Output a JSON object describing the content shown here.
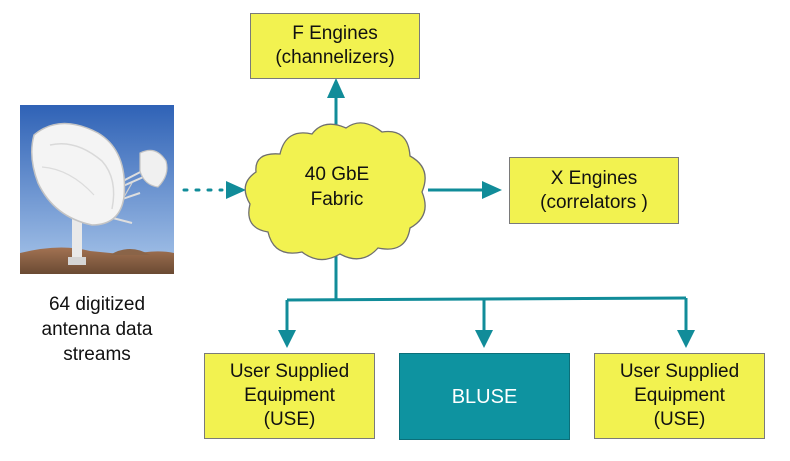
{
  "nodes": {
    "f_engines": "F Engines\n(channelizers)",
    "x_engines": "X Engines\n(correlators )",
    "fabric": "40 GbE\nFabric",
    "use_left": "User Supplied\nEquipment\n(USE)",
    "bluse": "BLUSE",
    "use_right": "User Supplied\nEquipment\n(USE)"
  },
  "antenna": {
    "caption": "64 digitized\nantenna data\nstreams",
    "image": "radio-dish-antenna-photo"
  },
  "colors": {
    "box_fill": "#f2f250",
    "bluse_fill": "#0e93a0",
    "connector": "#118c99",
    "cloud_fill": "#f2f250"
  }
}
